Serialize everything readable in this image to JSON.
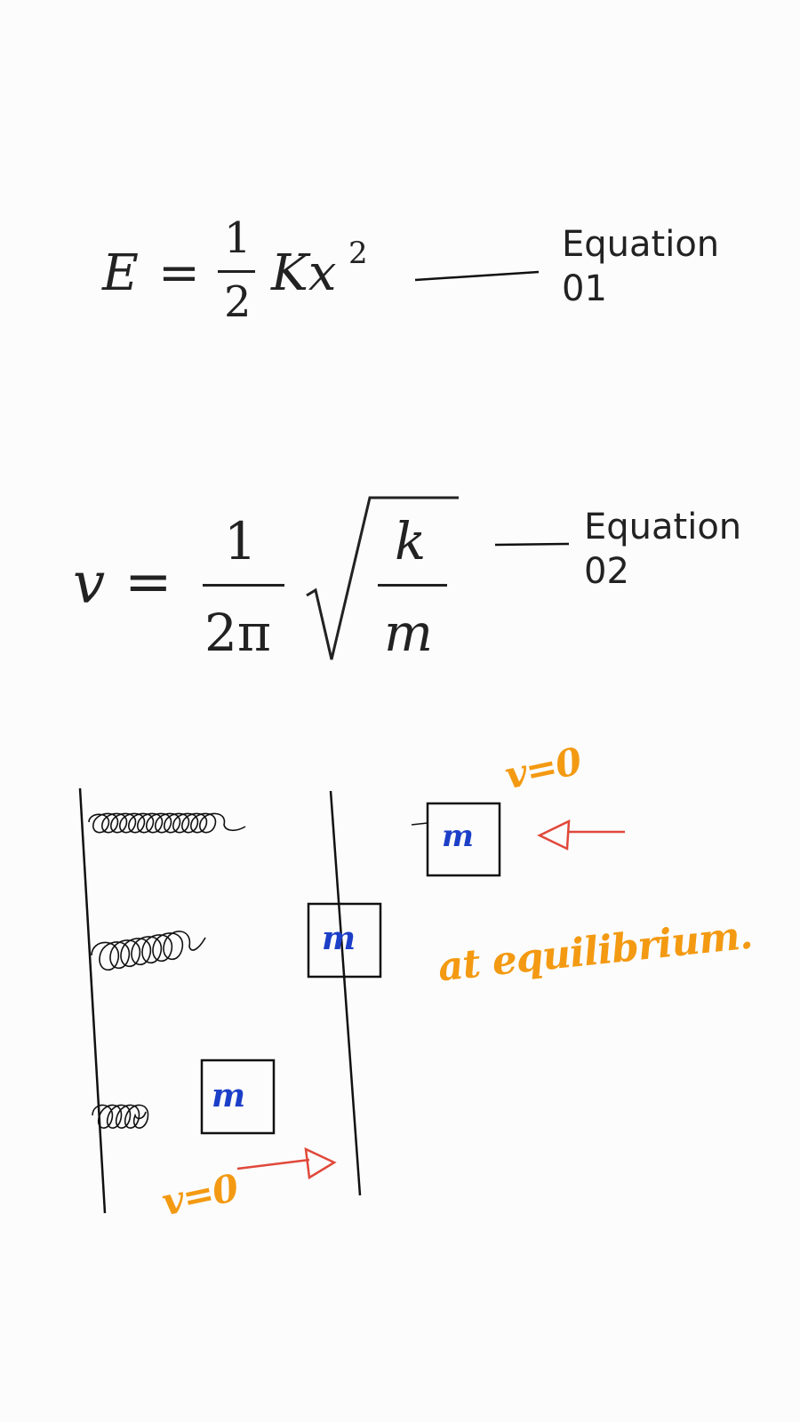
{
  "equation_1": {
    "lhs": "E",
    "equals": "=",
    "numerator": "1",
    "denominator": "2",
    "rhs_var": "Kx",
    "exponent": "2",
    "label_line1": "Equation",
    "label_line2": "01"
  },
  "equation_2": {
    "lhs": "v",
    "equals": "=",
    "numerator": "1",
    "denominator": "2π",
    "root_numerator": "k",
    "root_denominator": "m",
    "label_line1": "Equation",
    "label_line2": "02"
  },
  "diagram": {
    "mass_top": "m",
    "mass_middle": "m",
    "mass_bottom": "m",
    "note_top": "v=0",
    "note_middle": "at equilibrium.",
    "note_bottom": "v=0",
    "colors": {
      "handwriting": "#f39a12",
      "arrow": "#e0483a",
      "mass_letter": "#1c3fc8",
      "ink": "#111111"
    }
  }
}
